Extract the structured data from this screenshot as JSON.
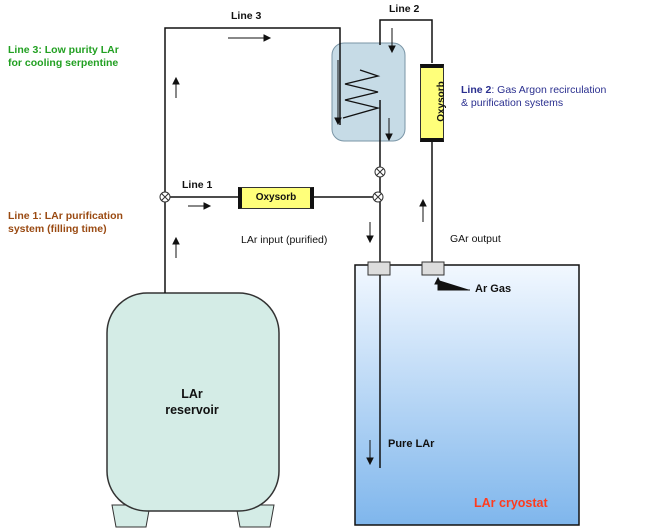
{
  "labels": {
    "line3_top": "Line 3",
    "line2_top": "Line 2",
    "line1_mid": "Line 1",
    "line3_desc_prefix": "Line 3",
    "line3_desc_rest1": ": Low purity LAr",
    "line3_desc_rest2": "for cooling serpentine",
    "line1_desc_prefix": "Line 1",
    "line1_desc_rest1": ": LAr purification",
    "line1_desc_rest2": "system (filling time)",
    "line2_desc_prefix": "Line 2",
    "line2_desc_rest1": ": Gas Argon recirculation",
    "line2_desc_rest2": "& purification systems",
    "oxysorb_h": "Oxysorb",
    "oxysorb_v": "Oxysorb",
    "lar_input": "LAr input (purified)",
    "gar_output": "GAr output",
    "ar_gas": "Ar Gas",
    "pure_lar": "Pure LAr",
    "reservoir_1": "LAr",
    "reservoir_2": "reservoir",
    "cryostat": "LAr cryostat"
  },
  "colors": {
    "line3": "#22a022",
    "line1": "#9a4a12",
    "line2": "#2a2f8f",
    "cryostat_label": "#ff3b1e",
    "oxysorb_fill": "#ffff7a",
    "reservoir_fill": "#d4ece6",
    "cryostat_fill_top": "#f2f8ff",
    "cryostat_fill_bottom": "#7fb6ec",
    "exchanger_fill": "#c6dbe6"
  }
}
